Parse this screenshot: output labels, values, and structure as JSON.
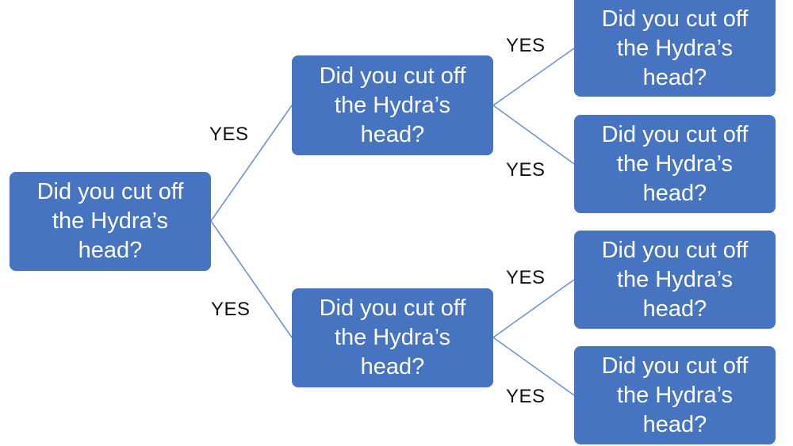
{
  "colors": {
    "node_fill": "#4674c1",
    "node_text": "#ffffff",
    "connector": "#6f93cf",
    "label_text": "#111111"
  },
  "nodes": {
    "root": {
      "text": "Did you cut off\nthe Hydra’s\nhead?"
    },
    "a": {
      "text": "Did you cut off\nthe Hydra’s\nhead?"
    },
    "b": {
      "text": "Did you cut off\nthe Hydra’s\nhead?"
    },
    "a1": {
      "text": "Did you cut off\nthe Hydra’s\nhead?"
    },
    "a2": {
      "text": "Did you cut off\nthe Hydra’s\nhead?"
    },
    "b1": {
      "text": "Did you cut off\nthe Hydra’s\nhead?"
    },
    "b2": {
      "text": "Did you cut off\nthe Hydra’s\nhead?"
    }
  },
  "edges": [
    {
      "from": "root",
      "to": "a",
      "label": "YES"
    },
    {
      "from": "root",
      "to": "b",
      "label": "YES"
    },
    {
      "from": "a",
      "to": "a1",
      "label": "YES"
    },
    {
      "from": "a",
      "to": "a2",
      "label": "YES"
    },
    {
      "from": "b",
      "to": "b1",
      "label": "YES"
    },
    {
      "from": "b",
      "to": "b2",
      "label": "YES"
    }
  ]
}
